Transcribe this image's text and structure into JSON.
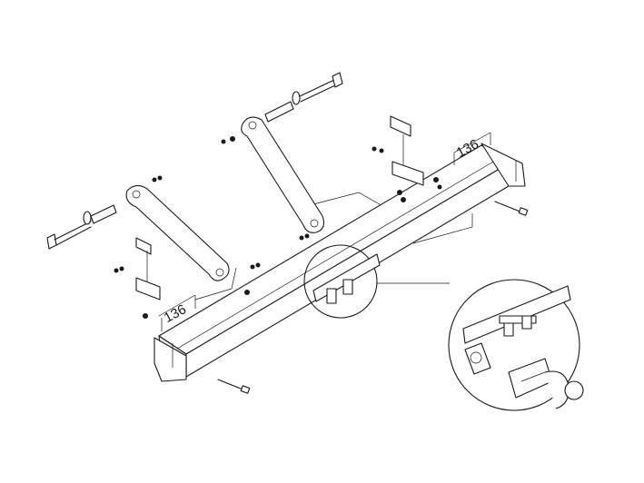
{
  "diagram": {
    "dimensions": [
      {
        "id": "left",
        "text": "136"
      },
      {
        "id": "right",
        "text": "136"
      }
    ],
    "colors": {
      "line": "#1a1a1a",
      "background": "#ffffff",
      "shade": "#e9e9e9"
    },
    "icons": [
      "tow-bar-crossbeam",
      "bracket-arm-icon",
      "bolt-icon",
      "nut-icon",
      "washer-icon",
      "tow-ball-icon",
      "magnifier-circle"
    ]
  }
}
